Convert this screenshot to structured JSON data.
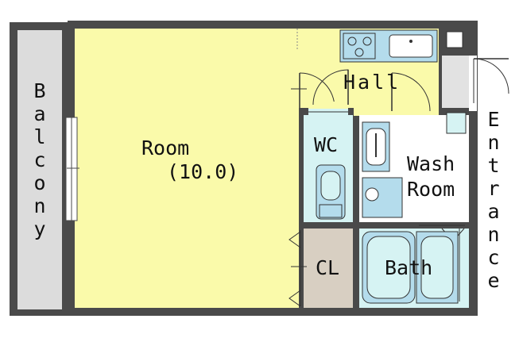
{
  "floor_plan": {
    "rooms": {
      "main_room": {
        "name": "Room",
        "area": "(10.0)"
      },
      "hall": {
        "name": "Hall"
      },
      "wc": {
        "name": "WC"
      },
      "wash_room": {
        "line1": "Wash",
        "line2": "Room"
      },
      "closet": {
        "name": "CL"
      },
      "bath": {
        "name": "Bath"
      }
    },
    "side_labels": {
      "balcony": [
        "B",
        "a",
        "l",
        "c",
        "o",
        "n",
        "y"
      ],
      "entrance": [
        "E",
        "n",
        "t",
        "r",
        "a",
        "n",
        "c",
        "e"
      ]
    },
    "colors": {
      "room": "#fafaaa",
      "hall": "#fafaaa",
      "wc": "#d6f3f3",
      "wash": "#ffffff",
      "bath": "#d6f3f3",
      "closet": "#d8cfc2",
      "balcony": "#dcdcdc",
      "wall": "#4a4a4a",
      "fixture": "#b4dcec"
    },
    "icons": [
      "kitchen-sink-icon",
      "stove-icon",
      "toilet-icon",
      "basin-icon",
      "washer-icon",
      "bathtub-icon",
      "door-swing-icon",
      "window-icon"
    ]
  }
}
